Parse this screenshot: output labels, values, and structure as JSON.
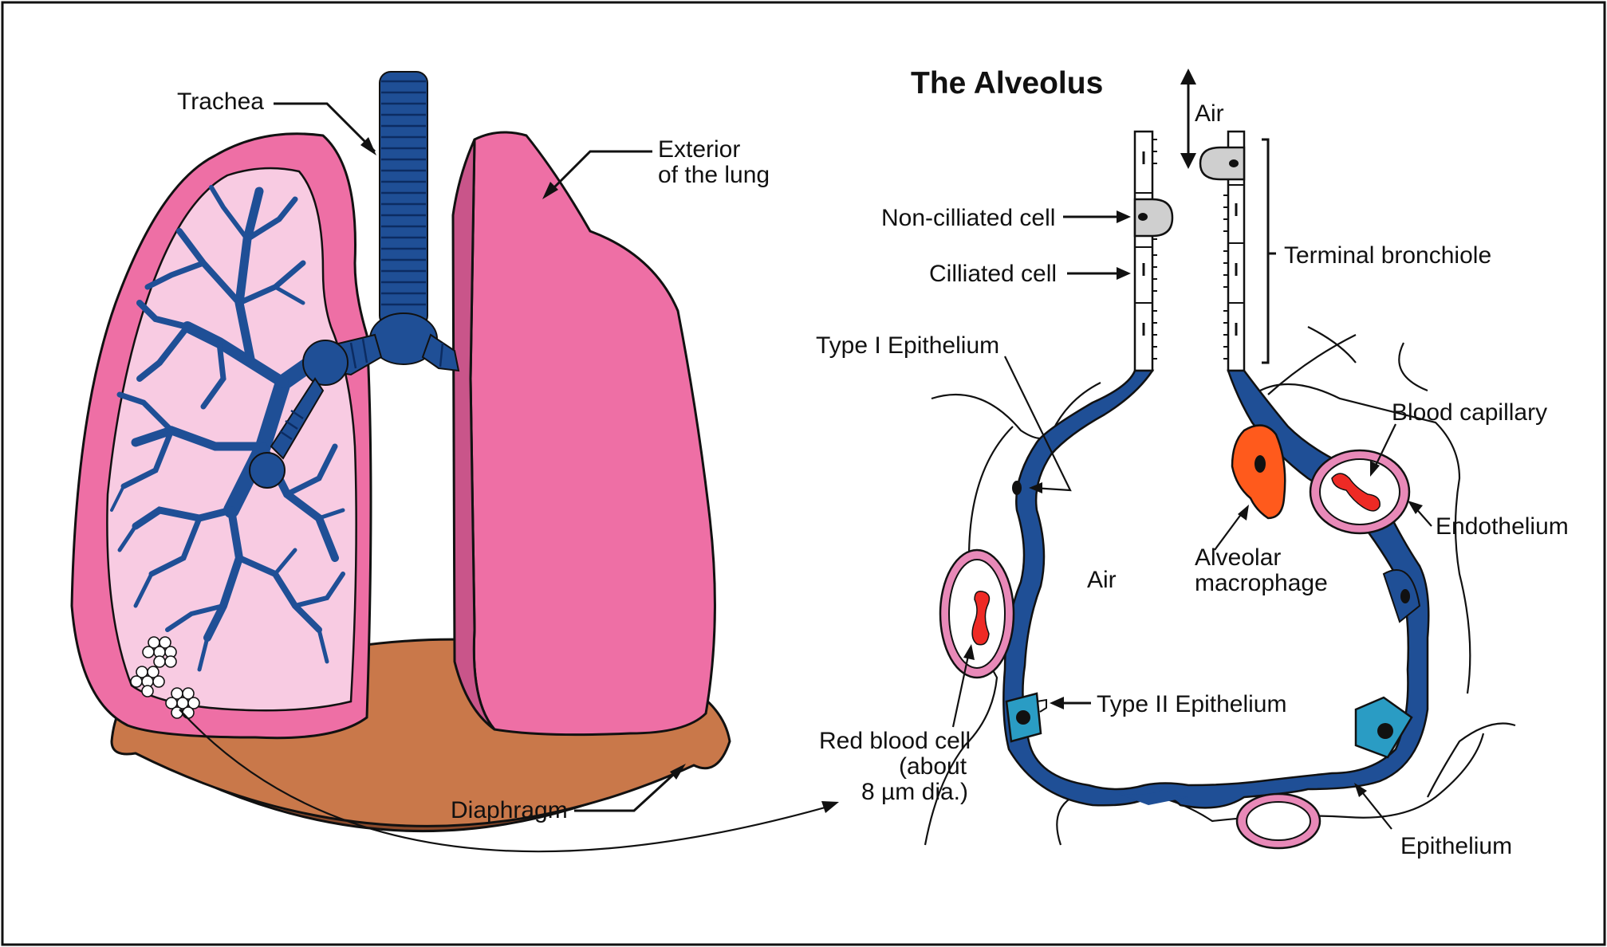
{
  "title": "The Alveolus",
  "labels": {
    "trachea": "Trachea",
    "exterior_1": "Exterior",
    "exterior_2": "of the lung",
    "diaphragm": "Diaphragm",
    "air_top": "Air",
    "non_ciliated": "Non-cilliated cell",
    "ciliated": "Cilliated cell",
    "terminal_bronchiole": "Terminal bronchiole",
    "type1": "Type I Epithelium",
    "blood_capillary": "Blood capillary",
    "endothelium": "Endothelium",
    "air_center": "Air",
    "macrophage_1": "Alveolar",
    "macrophage_2": "macrophage",
    "type2": "Type II Epithelium",
    "rbc_1": "Red blood cell",
    "rbc_2": "(about",
    "rbc_3": "8 µm dia.)",
    "epithelium": "Epithelium"
  },
  "colors": {
    "lung_pink": "#ee6fa5",
    "lung_dark_edge": "#c9558a",
    "lung_light": "#f8cbe2",
    "airway_blue": "#1f4f96",
    "diaphragm_brown": "#c9784a",
    "rbc_red": "#ee2a25",
    "macrophage_orange": "#ff5a1c",
    "type2_teal": "#2a9cc4",
    "cell_grey": "#cfcfcf",
    "capillary_pink": "#e889b8"
  }
}
